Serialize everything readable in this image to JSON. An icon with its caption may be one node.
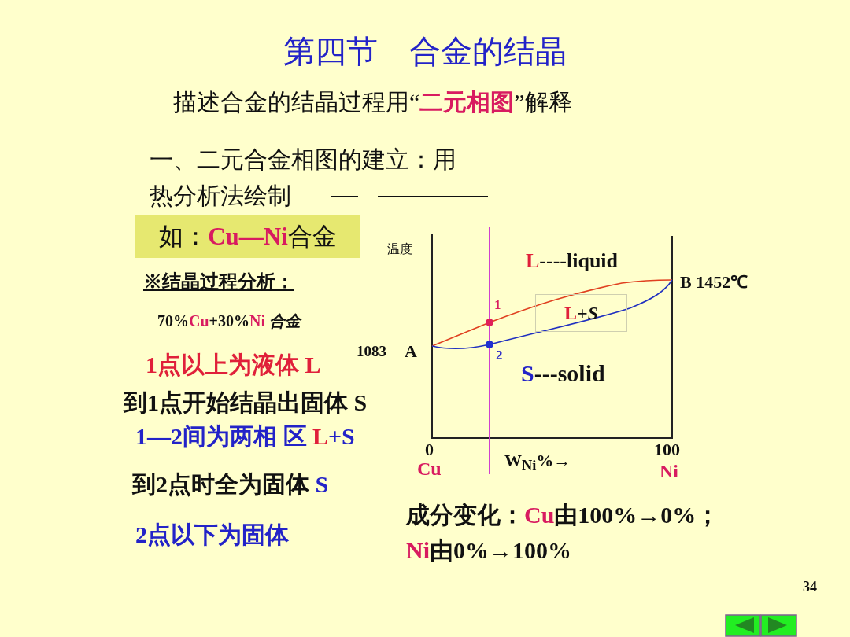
{
  "diagram": {
    "title": "第四节　合金的结晶",
    "nodes": [
      {
        "text": [
          "如：**Cu—Ni**合金"
        ]
      },
      {
        "text": [
          "**L**+*S*"
        ]
      }
    ],
    "labels": [
      "描述合金的结晶过程用“**二元相图**”解释",
      "一、二元合金相图的建立：用热分析法绘制",
      "※结晶过程分析：",
      "温度",
      "**L**----liquid",
      "B 1452℃",
      "1",
      "70%**Cu**+30%**Ni** *合金*",
      "1点以上为液体 L",
      "1083",
      "A",
      "2",
      "**S**---solid",
      "到1点开始结晶出固体 S",
      "1—2间为两相 区 **L**+S",
      "0",
      "100",
      "Cu",
      "W$_{Ni}$%→",
      "Ni",
      "到2点时全为固体 **S**",
      "成分变化：**Cu**由100%→0%；",
      "2点以下为固体",
      "**Ni**由0%→100%",
      "34"
    ]
  }
}
